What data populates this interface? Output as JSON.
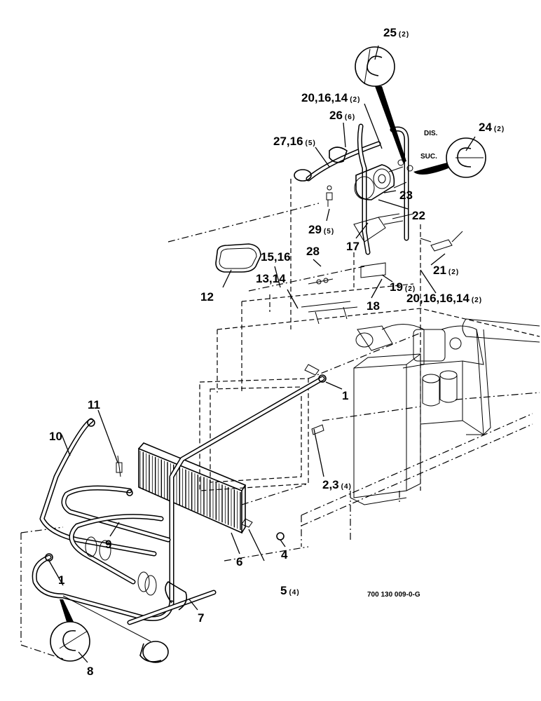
{
  "callouts": {
    "c25": {
      "num": "25",
      "qty": "(2)"
    },
    "c20a": {
      "num": "20,16,14",
      "qty": "(2)"
    },
    "c26": {
      "num": "26",
      "qty": "(6)"
    },
    "c24": {
      "num": "24",
      "qty": "(2)"
    },
    "c27": {
      "num": "27,16",
      "qty": "(5)"
    },
    "c23": {
      "num": "23"
    },
    "c22": {
      "num": "22"
    },
    "c29": {
      "num": "29",
      "qty": "(5)"
    },
    "c17": {
      "num": "17"
    },
    "c15": {
      "num": "15,16"
    },
    "c28": {
      "num": "28"
    },
    "c21": {
      "num": "21",
      "qty": "(2)"
    },
    "c12": {
      "num": "12"
    },
    "c13": {
      "num": "13,14"
    },
    "c19": {
      "num": "19",
      "qty": "(2)"
    },
    "c20b": {
      "num": "20,16,16,14",
      "qty": "(2)"
    },
    "c18": {
      "num": "18"
    },
    "c11": {
      "num": "11"
    },
    "c10": {
      "num": "10"
    },
    "c1a": {
      "num": "1"
    },
    "c2": {
      "num": "2,3",
      "qty": "(4)"
    },
    "c9": {
      "num": "9"
    },
    "c6": {
      "num": "6"
    },
    "c4": {
      "num": "4"
    },
    "c5": {
      "num": "5",
      "qty": "(4)"
    },
    "c1b": {
      "num": "1"
    },
    "c7": {
      "num": "7"
    },
    "c8": {
      "num": "8"
    }
  },
  "port_labels": {
    "discharge": "DIS.",
    "suction": "SUC."
  },
  "drawing_number": "700 130 009-0-G"
}
